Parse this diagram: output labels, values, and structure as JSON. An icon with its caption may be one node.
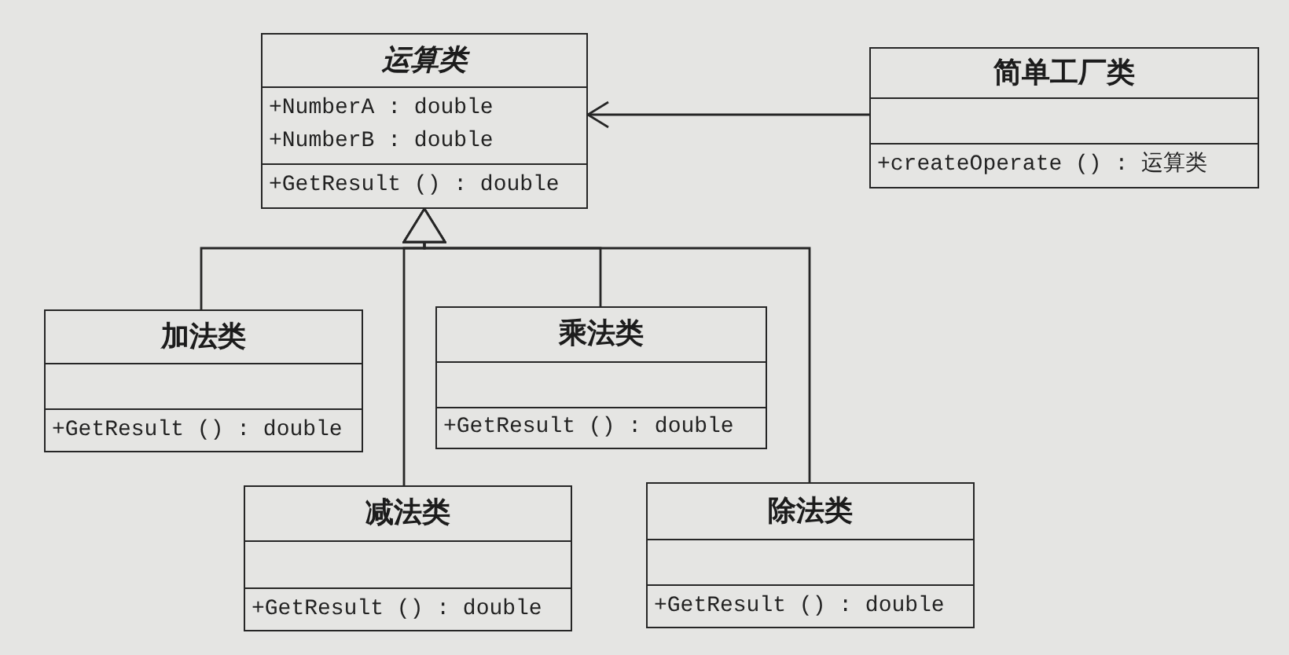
{
  "diagram": {
    "nodes": [
      {
        "text": [
          "运算类",
          "+NumberA : double",
          "+NumberB : double",
          "+GetResult () : double"
        ]
      },
      {
        "text": [
          "简单工厂类",
          "+createOperate () : 运算类"
        ]
      },
      {
        "text": [
          "加法类",
          "+GetResult () : double"
        ]
      },
      {
        "text": [
          "乘法类",
          "+GetResult () : double"
        ]
      },
      {
        "text": [
          "减法类",
          "+GetResult () : double"
        ]
      },
      {
        "text": [
          "除法类",
          "+GetResult () : double"
        ]
      }
    ],
    "edges": [
      {
        "from": 1,
        "to": 0,
        "arrow": "to"
      },
      {
        "from": 2,
        "to": 0,
        "arrow": "to"
      },
      {
        "from": 3,
        "to": 0,
        "arrow": "to"
      },
      {
        "from": 4,
        "to": 0,
        "arrow": "to"
      },
      {
        "from": 5,
        "to": 0,
        "arrow": "to"
      }
    ]
  }
}
